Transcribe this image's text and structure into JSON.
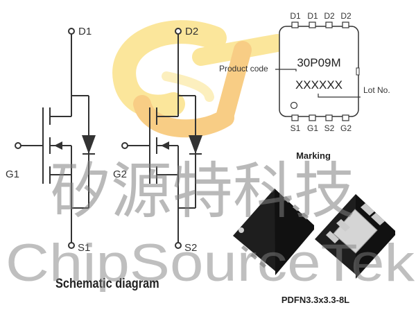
{
  "schematic": {
    "mosfet1": {
      "gate": "G1",
      "drain": "D1",
      "source": "S1"
    },
    "mosfet2": {
      "gate": "G2",
      "drain": "D2",
      "source": "S2"
    },
    "caption": "Schematic diagram"
  },
  "marking": {
    "top_pins": [
      "D1",
      "D1",
      "D2",
      "D2"
    ],
    "bottom_pins": [
      "S1",
      "G1",
      "S2",
      "G2"
    ],
    "product_code": "30P09M",
    "lot_code": "XXXXXX",
    "product_code_label": "Product code",
    "lot_label": "Lot No.",
    "caption": "Marking"
  },
  "package": {
    "caption": "PDFN3.3x3.3-8L"
  },
  "watermark": {
    "chinese": "矽源特科技",
    "english": "ChipSourceTek"
  },
  "colors": {
    "line": "#333333",
    "logo_orange": "#f4a623",
    "logo_yellow": "#f9d24a",
    "watermark": "#7f7f7f",
    "chip_body": "#1e1e1e"
  }
}
